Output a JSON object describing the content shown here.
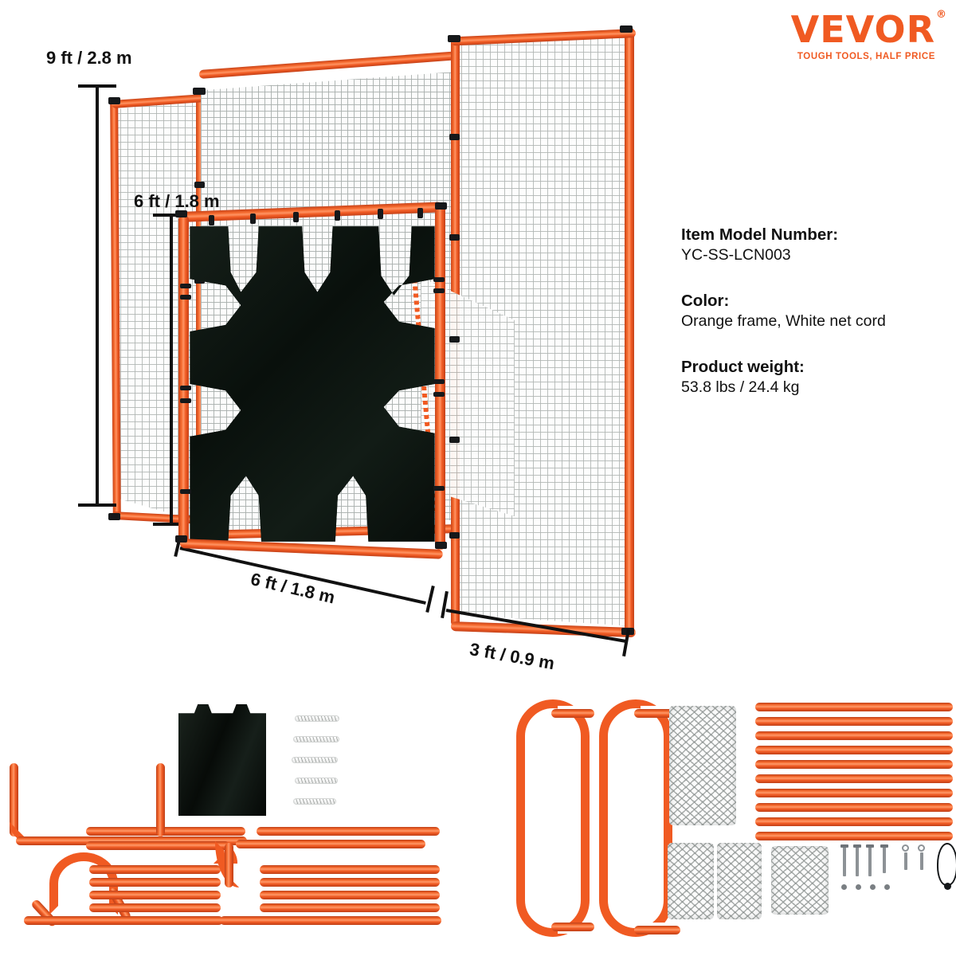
{
  "brand": {
    "name": "VEVOR",
    "registered": "®",
    "tagline": "TOUGH TOOLS, HALF PRICE",
    "color": "#F05A22"
  },
  "specs": [
    {
      "label": "Item Model Number:",
      "value": "YC-SS-LCN003"
    },
    {
      "label": "Color:",
      "value": "Orange frame, White net cord"
    },
    {
      "label": "Product weight:",
      "value": "53.8 lbs / 24.4 kg"
    }
  ],
  "dimensions": {
    "backstop_height": "9 ft / 2.8 m",
    "goal_height": "6 ft / 1.8 m",
    "goal_width": "6 ft / 1.8 m",
    "goal_depth": "3 ft / 0.9 m"
  },
  "product": {
    "name": "lacrosse-goal-with-backstop",
    "frame_color": "#F05A22",
    "net_color": "#FFFFFF",
    "target_color": "#0D1410"
  },
  "parts": {
    "heading": "",
    "items": [
      {
        "name": "corner-pipe-l-shape",
        "count": 1
      },
      {
        "name": "long-straight-pipe",
        "count": 2
      },
      {
        "name": "arched-pipe",
        "count": 1
      },
      {
        "name": "elbow-pipe",
        "count": 2
      },
      {
        "name": "short-pipe",
        "count": 6
      },
      {
        "name": "u-shaped-goal-hoop",
        "count": 2
      },
      {
        "name": "straight-pole",
        "count": 13
      },
      {
        "name": "folded-target-tarp",
        "count": 1
      },
      {
        "name": "rope-coil",
        "count": 5
      },
      {
        "name": "large-net-roll",
        "count": 1
      },
      {
        "name": "small-net-roll",
        "count": 3
      },
      {
        "name": "ground-stake",
        "count": 4
      },
      {
        "name": "screw",
        "count": 4
      },
      {
        "name": "eye-bolt",
        "count": 2
      },
      {
        "name": "bungee-ball-cord",
        "count": 3
      }
    ]
  }
}
